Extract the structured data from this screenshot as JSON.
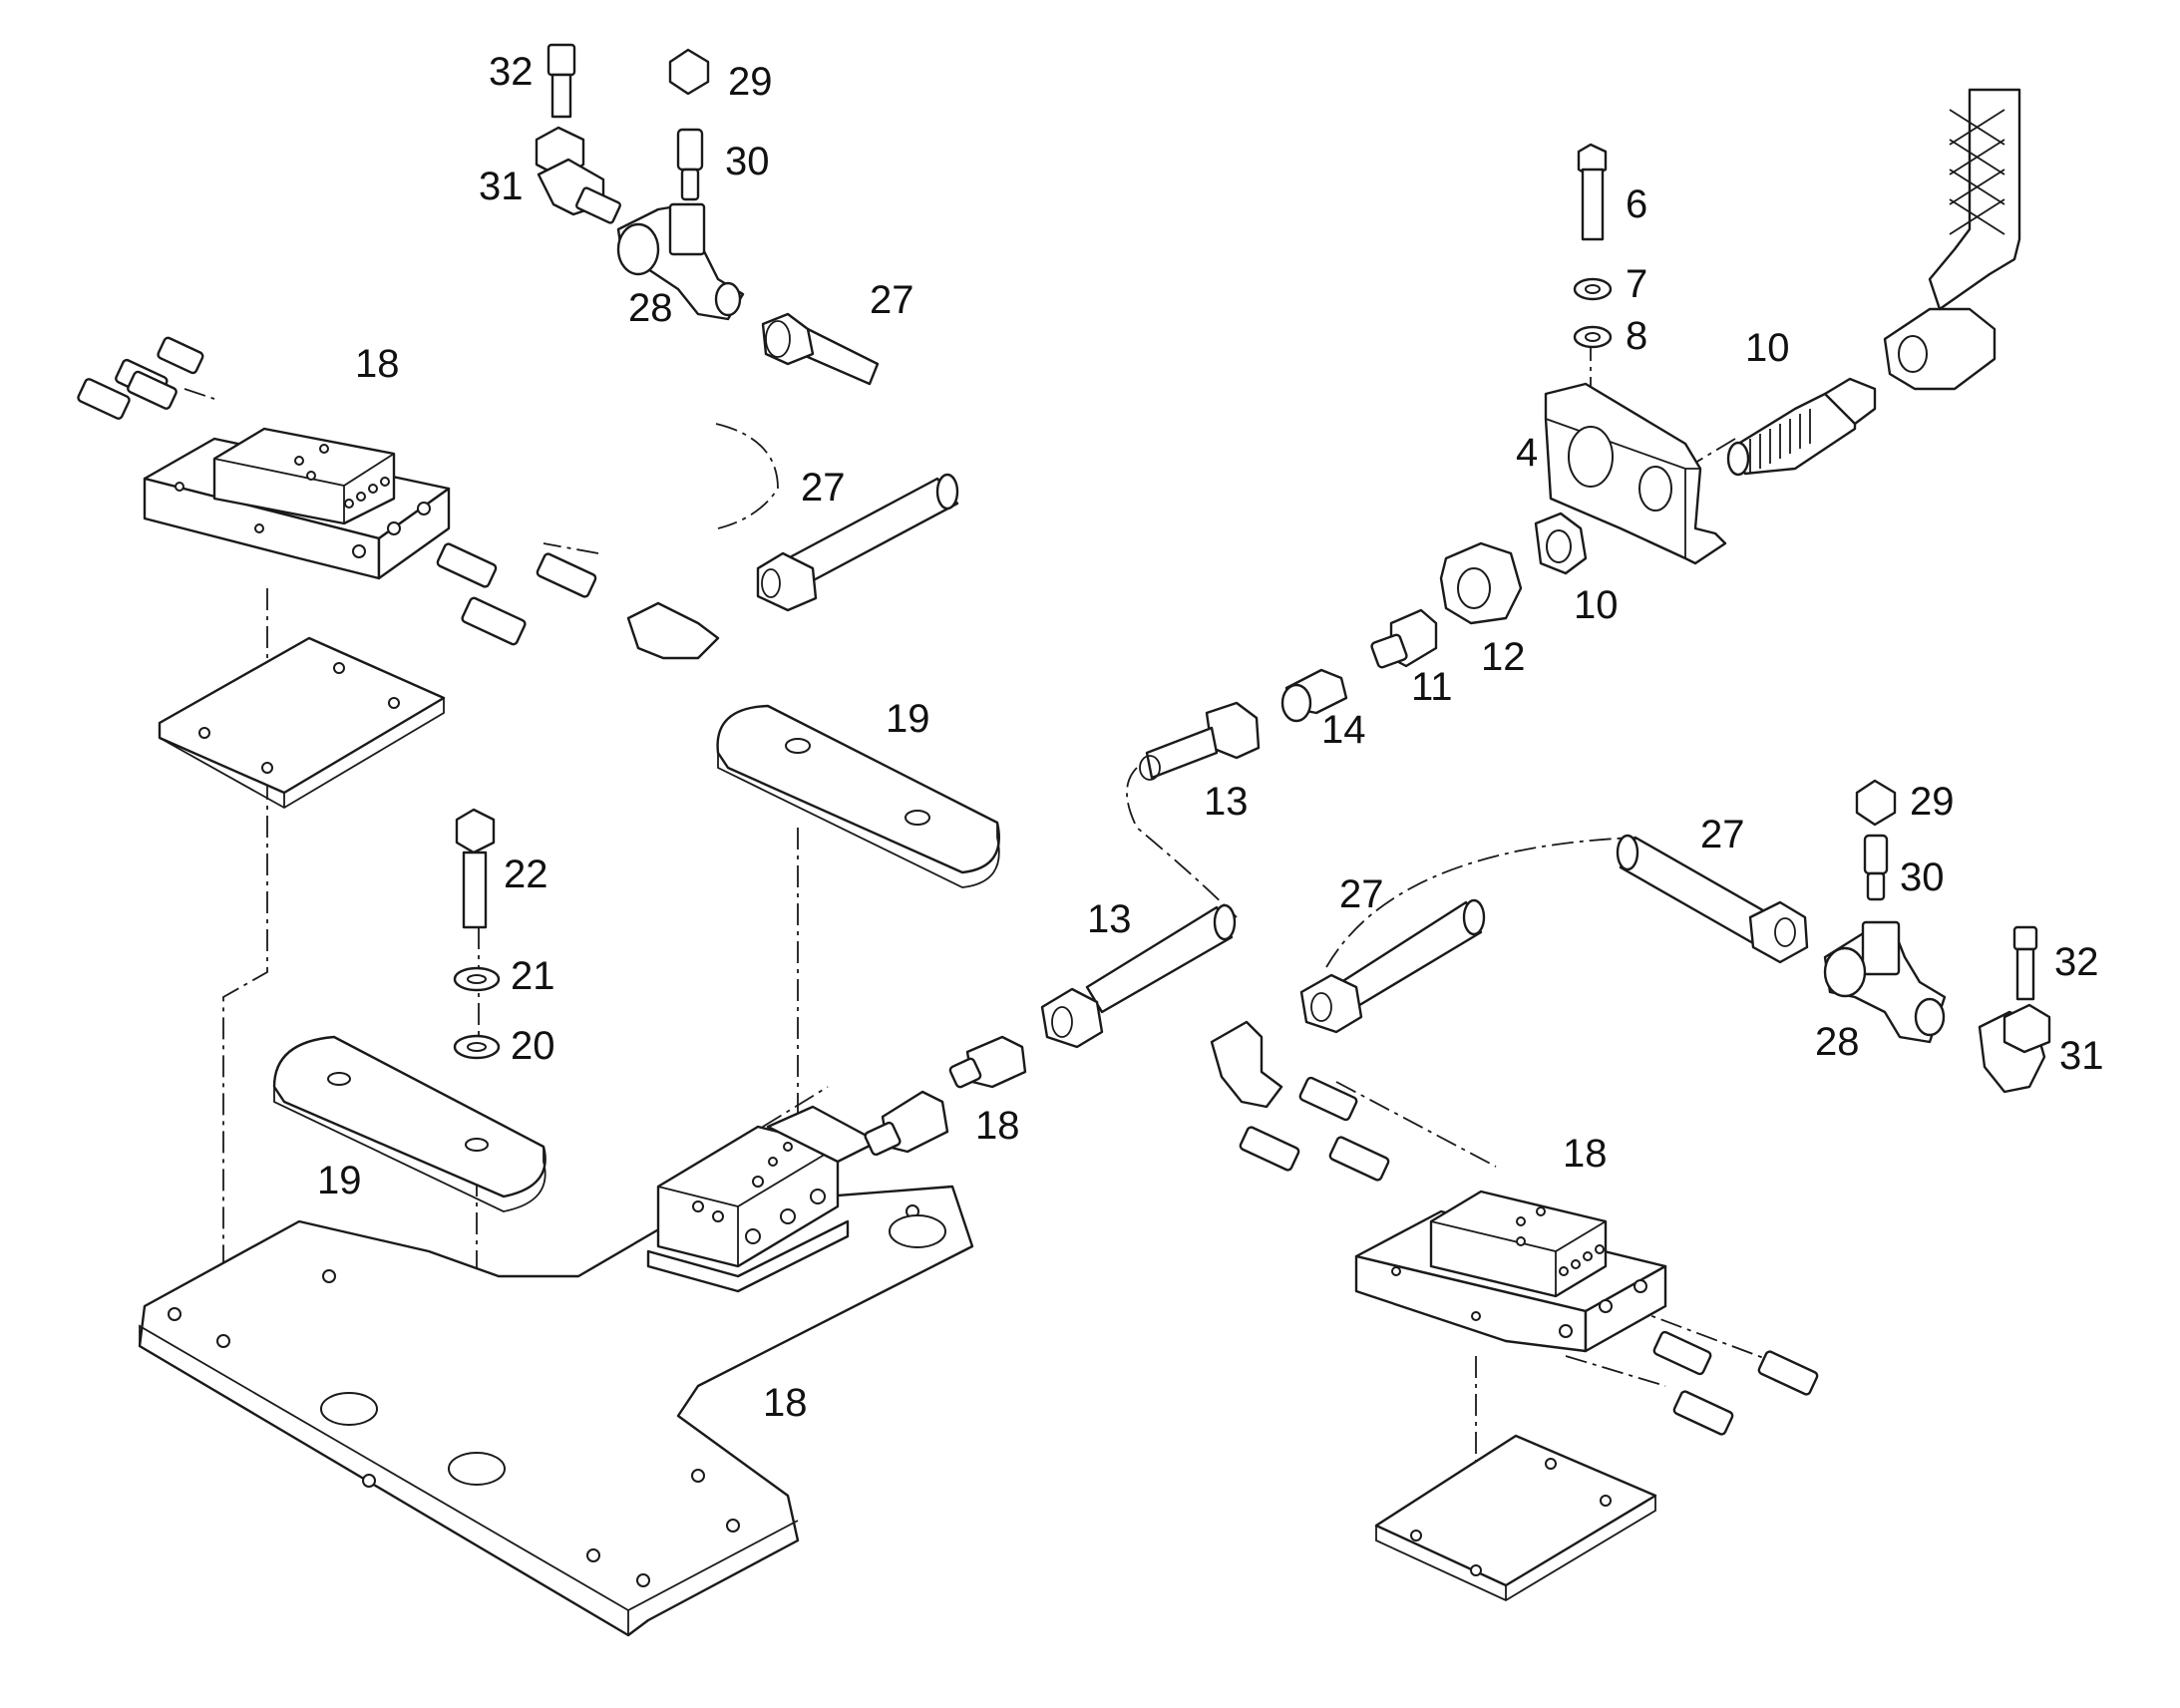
{
  "callouts": [
    {
      "id": "c-32-tl",
      "text": "32"
    },
    {
      "id": "c-29-tl",
      "text": "29"
    },
    {
      "id": "c-30-tl",
      "text": "30"
    },
    {
      "id": "c-31-tl",
      "text": "31"
    },
    {
      "id": "c-28-tl",
      "text": "28"
    },
    {
      "id": "c-27-top",
      "text": "27"
    },
    {
      "id": "c-18-tl",
      "text": "18"
    },
    {
      "id": "c-27-mid",
      "text": "27"
    },
    {
      "id": "c-6",
      "text": "6"
    },
    {
      "id": "c-7",
      "text": "7"
    },
    {
      "id": "c-8",
      "text": "8"
    },
    {
      "id": "c-10-top",
      "text": "10"
    },
    {
      "id": "c-4",
      "text": "4"
    },
    {
      "id": "c-10-low",
      "text": "10"
    },
    {
      "id": "c-12",
      "text": "12"
    },
    {
      "id": "c-11",
      "text": "11"
    },
    {
      "id": "c-14",
      "text": "14"
    },
    {
      "id": "c-13-top",
      "text": "13"
    },
    {
      "id": "c-19-top",
      "text": "19"
    },
    {
      "id": "c-22",
      "text": "22"
    },
    {
      "id": "c-21",
      "text": "21"
    },
    {
      "id": "c-20",
      "text": "20"
    },
    {
      "id": "c-19-left",
      "text": "19"
    },
    {
      "id": "c-13-mid",
      "text": "13"
    },
    {
      "id": "c-18-mid",
      "text": "18"
    },
    {
      "id": "c-18-plate",
      "text": "18"
    },
    {
      "id": "c-27-r1",
      "text": "27"
    },
    {
      "id": "c-27-r2",
      "text": "27"
    },
    {
      "id": "c-29-r",
      "text": "29"
    },
    {
      "id": "c-30-r",
      "text": "30"
    },
    {
      "id": "c-32-r",
      "text": "32"
    },
    {
      "id": "c-28-r",
      "text": "28"
    },
    {
      "id": "c-31-r",
      "text": "31"
    },
    {
      "id": "c-18-r",
      "text": "18"
    }
  ]
}
